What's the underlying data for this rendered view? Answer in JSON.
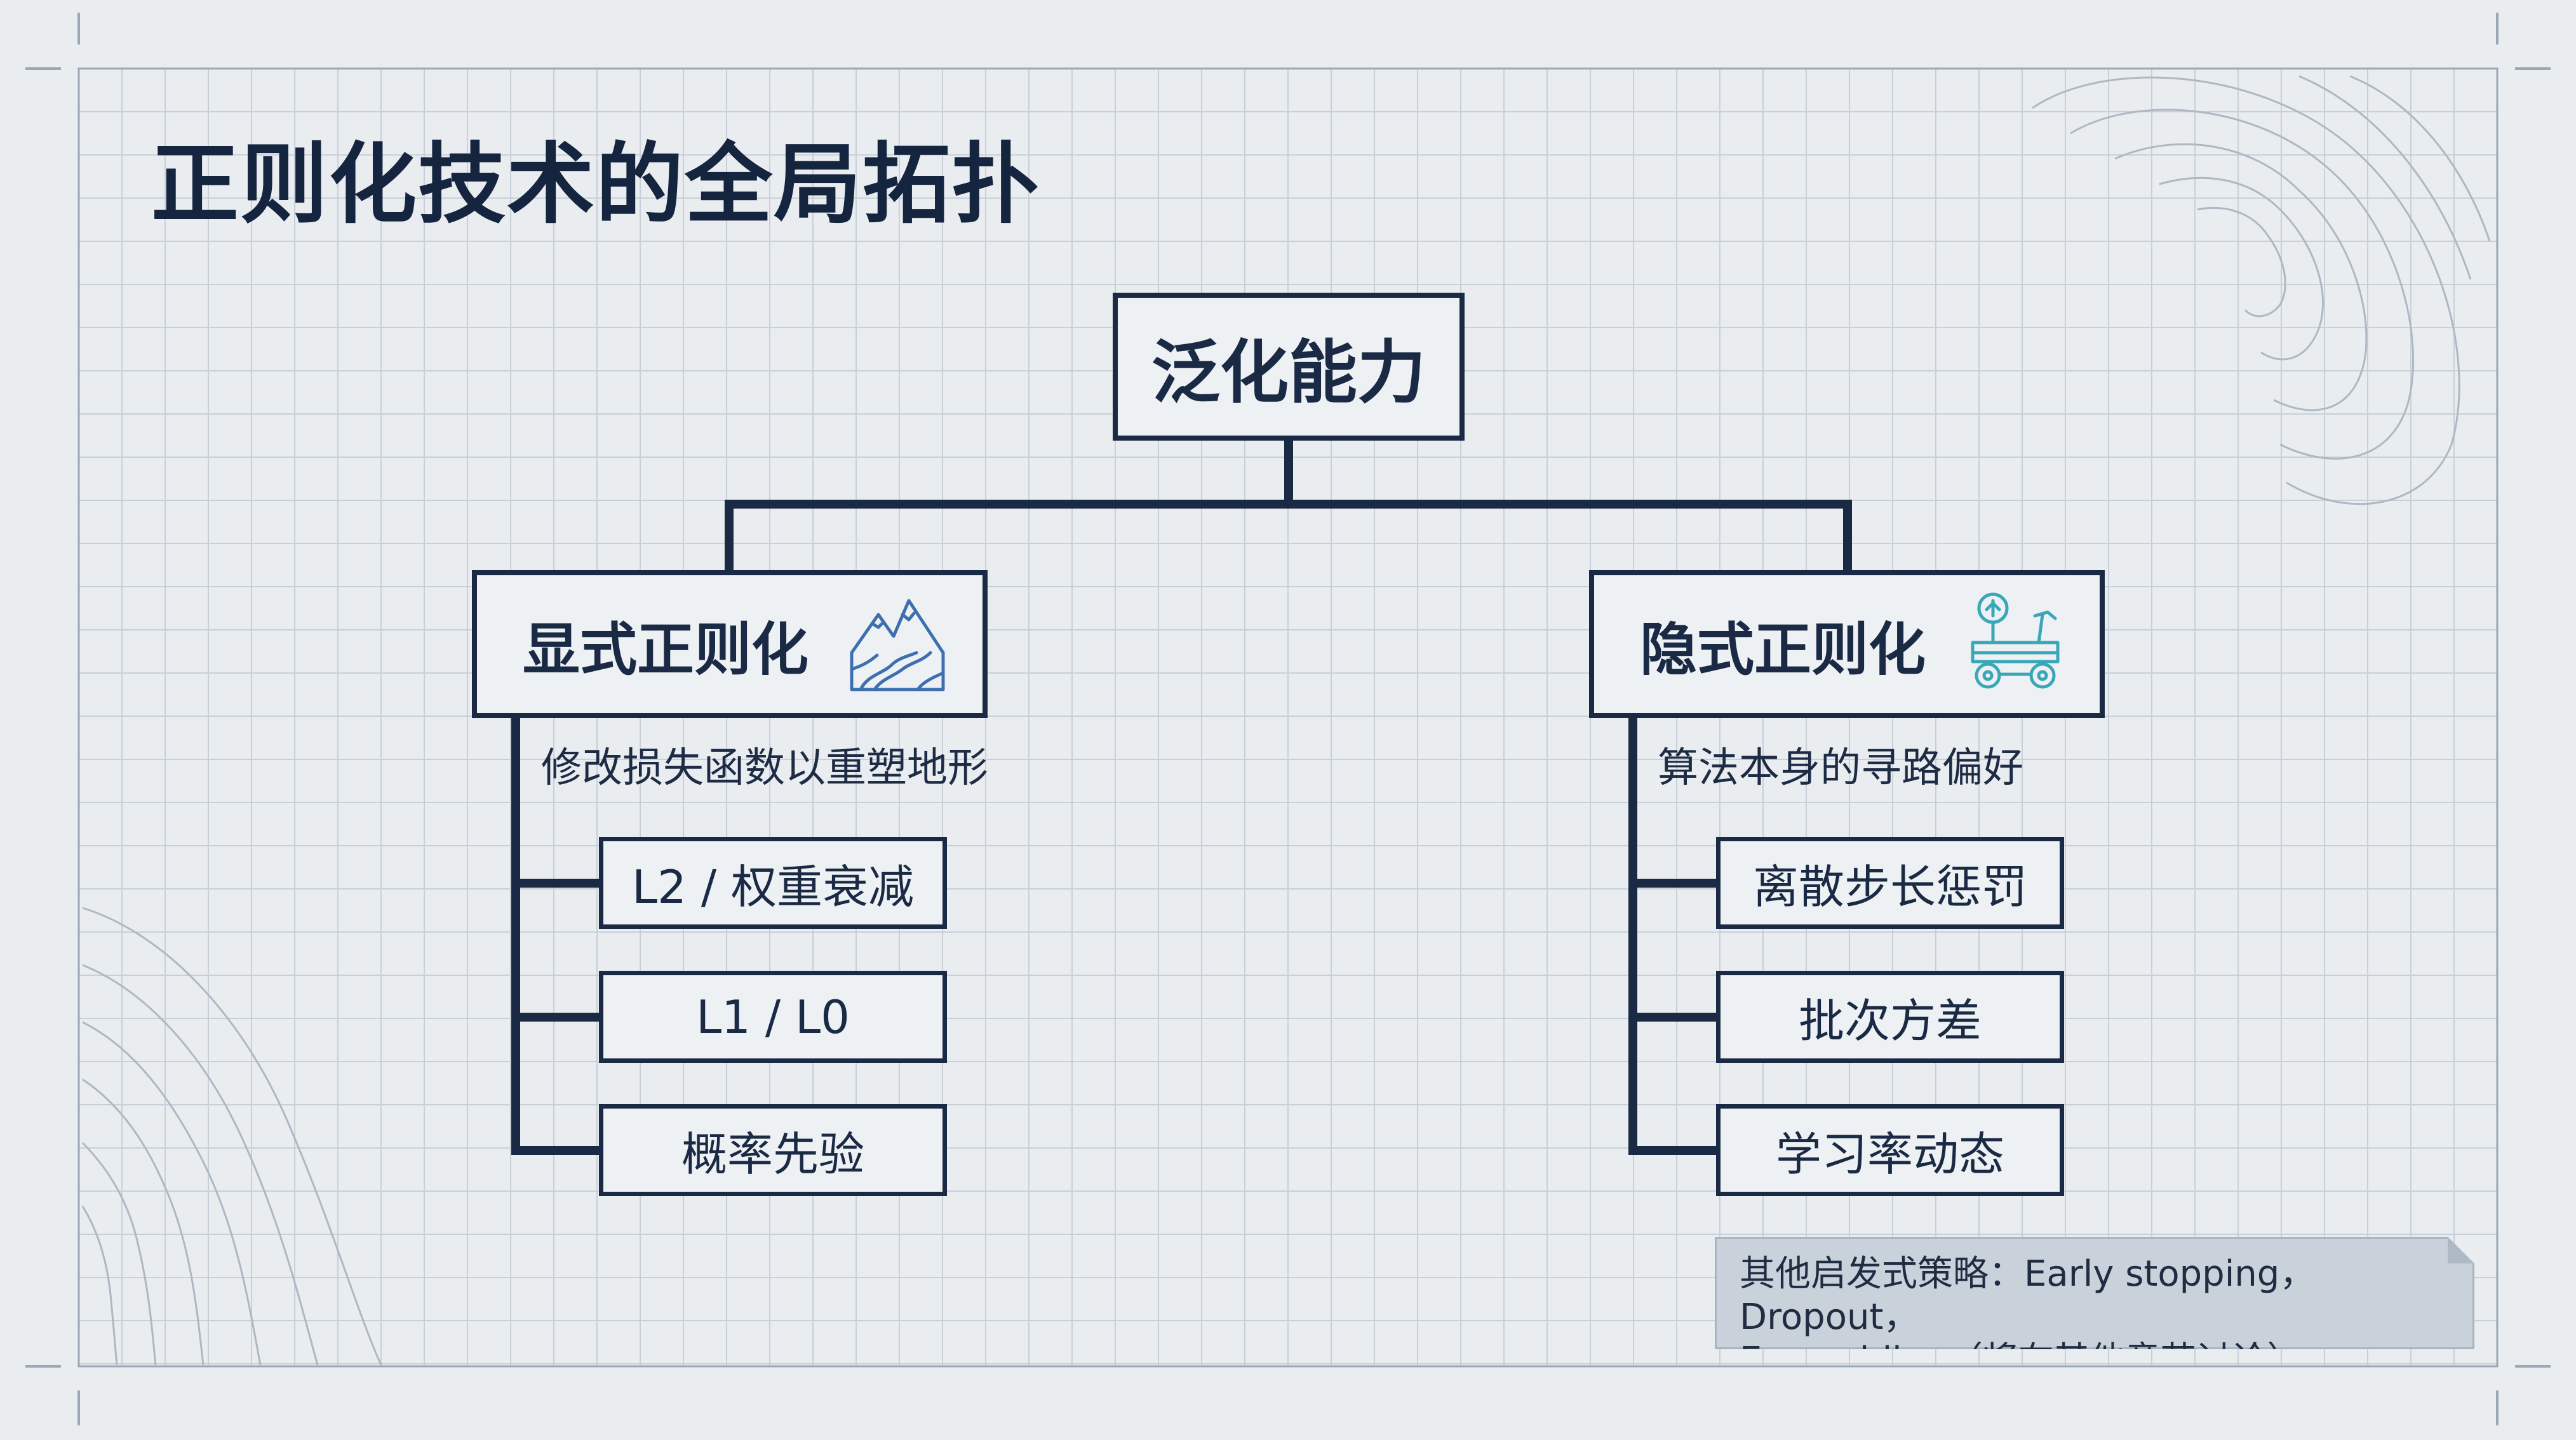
{
  "title": "正则化技术的全局拓扑",
  "root": {
    "label": "泛化能力"
  },
  "branches": [
    {
      "label": "显式正则化",
      "icon": "mountain-map-icon",
      "description": "修改损失函数以重塑地形",
      "children": [
        "L2 / 权重衰减",
        "L1 / L0",
        "概率先验"
      ]
    },
    {
      "label": "隐式正则化",
      "icon": "rover-icon",
      "description": "算法本身的寻路偏好",
      "children": [
        "离散步长惩罚",
        "批次方差",
        "学习率动态"
      ]
    }
  ],
  "note": {
    "line1": "其他启发式策略：Early stopping，Dropout，",
    "line2": "Ensembling（将在其他章节讨论）"
  },
  "colors": {
    "background": "#e9edf0",
    "ink": "#1b2a44",
    "grid": "#c3ccd6",
    "accent_teal": "#3aa7b8",
    "accent_blue": "#3d6fb0",
    "note_fill": "#c9d2db"
  }
}
